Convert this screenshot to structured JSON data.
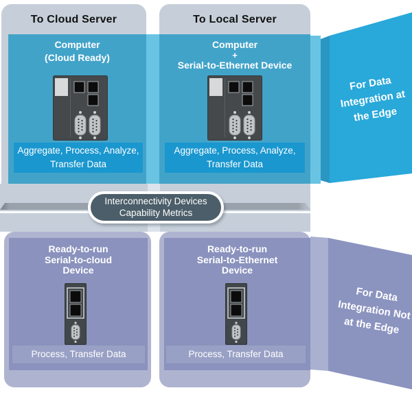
{
  "colors": {
    "outer-gray": "#c6cfd9",
    "band-gray": "#c6cfd9",
    "gap-mid": "#dde3ec",
    "panel-blue": "#42a3c9",
    "label-blue": "#1a97cf",
    "gap-blue": "#69c4e3",
    "banner-blue": "#29a8da",
    "banner-blue-spine": "#2b96c2",
    "bar-gray": "#99a1ab",
    "pill-slate": "#4b5e69",
    "outer-lavender": "#aeb4d0",
    "panel-purple": "#8a92bd",
    "label-purple": "#99a0c5",
    "banner-purple": "#8b93bf",
    "banner-purple-spine": "#aab0d0",
    "header-text": "#111111",
    "white": "#ffffff"
  },
  "top": {
    "left": {
      "header": "To Cloud Server",
      "title_lines": [
        "Computer",
        "(Cloud Ready)"
      ],
      "label_lines": [
        "Aggregate, Process, Analyze,",
        "Transfer Data"
      ]
    },
    "right": {
      "header": "To Local Server",
      "title_lines": [
        "Computer",
        "+",
        "Serial-to-Ethernet Device"
      ],
      "label_lines": [
        "Aggregate, Process, Analyze,",
        "Transfer Data"
      ]
    },
    "banner_lines": [
      "For Data",
      "Integration at",
      "the Edge"
    ]
  },
  "divider": {
    "pill_lines": [
      "Interconnectivity Devices",
      "Capability Metrics"
    ]
  },
  "bottom": {
    "left": {
      "title_lines": [
        "Ready-to-run",
        "Serial-to-cloud",
        "Device"
      ],
      "label": "Process, Transfer Data"
    },
    "right": {
      "title_lines": [
        "Ready-to-run",
        "Serial-to-Ethernet",
        "Device"
      ],
      "label": "Process, Transfer Data"
    },
    "banner_lines": [
      "For Data",
      "Integration Not",
      "at the Edge"
    ]
  }
}
